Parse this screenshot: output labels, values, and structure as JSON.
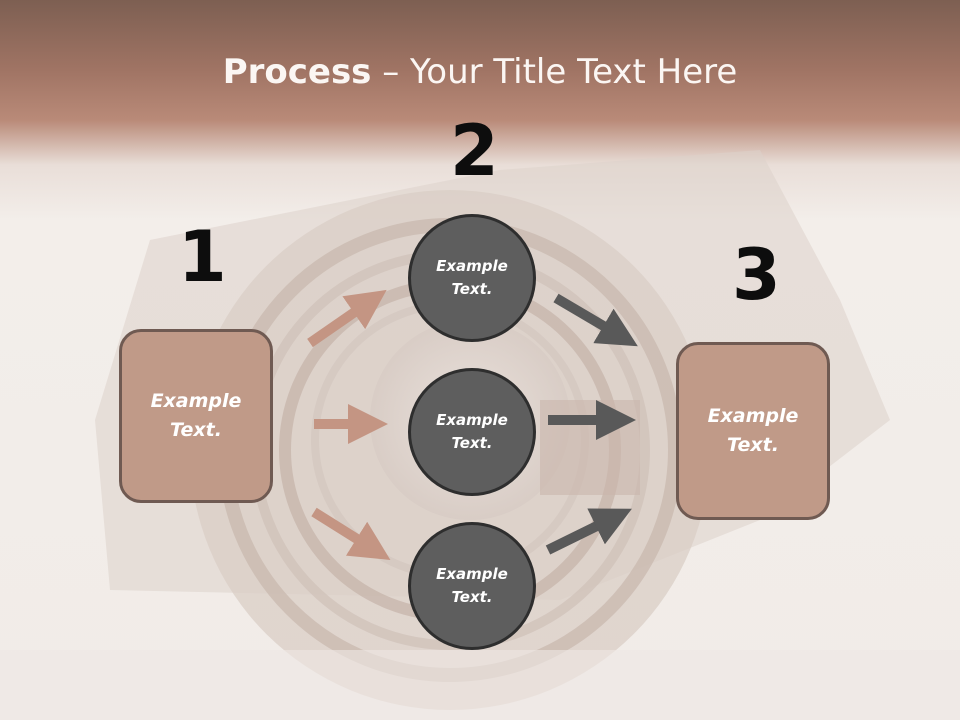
{
  "title": {
    "bold": "Process",
    "rest": " – Your Title Text Here"
  },
  "steps": {
    "one": "1",
    "two": "2",
    "three": "3"
  },
  "left_box": {
    "text": "Example\nText."
  },
  "right_box": {
    "text": "Example\nText."
  },
  "circles": [
    {
      "text": "Example\nText."
    },
    {
      "text": "Example\nText."
    },
    {
      "text": "Example\nText."
    }
  ],
  "colors": {
    "box_fill": "#c09a88",
    "box_border": "#6f5a52",
    "circle_fill": "#5e5e5e",
    "arrow_left": "#c49583",
    "arrow_right": "#595959",
    "header": "#a07464"
  }
}
